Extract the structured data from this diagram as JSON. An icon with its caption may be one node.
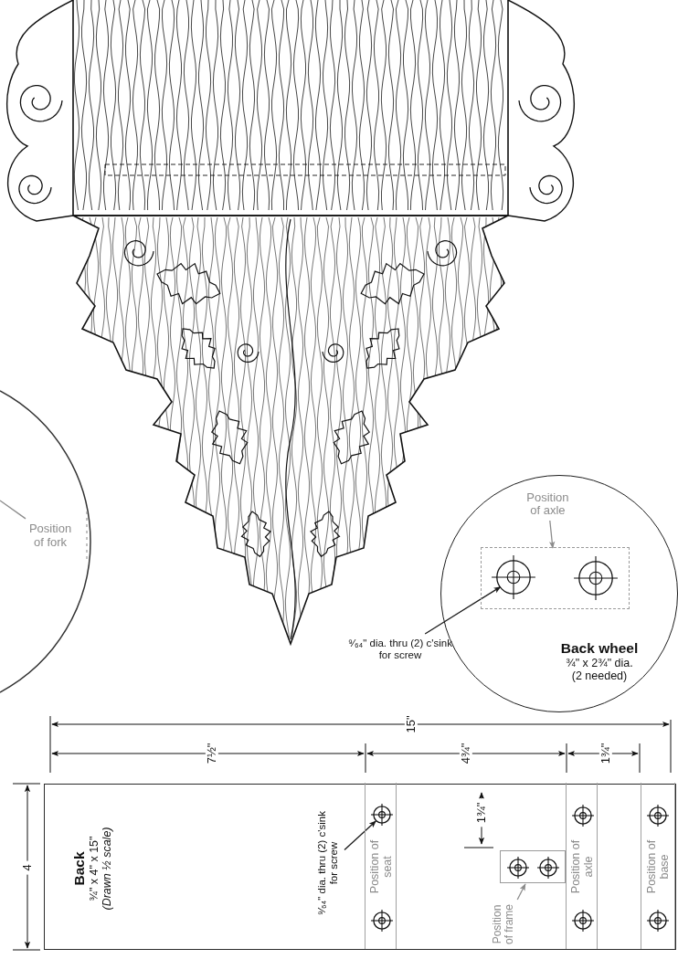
{
  "diagram": {
    "nodes": [
      {
        "text": [],
        "shape": "circle"
      },
      {
        "text": [
          "Position of fork"
        ],
        "in": 0
      },
      {
        "text": [
          "Back wheel",
          "¾\" x 2¾\" dia. (2 needed)"
        ]
      },
      {
        "text": [
          "Position of axle"
        ],
        "in": 2
      },
      {
        "text": [],
        "shape": "box",
        "in": 2
      },
      {
        "text": [],
        "shape": "circle",
        "in": 4
      },
      {
        "text": [
          "⁹⁄₆₄\" dia. thru (2) c'sink for screw"
        ]
      },
      {
        "text": [
          "Back",
          "¾\" x 4\" x 15\"",
          "(Drawn ½ scale)"
        ]
      },
      {
        "text": [
          "⁹⁄₆₄\" dia. thru (2) c'sink for screw"
        ],
        "in": 7
      },
      {
        "text": [
          "Position of seat"
        ],
        "in": 7
      },
      {
        "text": [],
        "shape": "circle",
        "in": 9
      },
      {
        "text": [],
        "shape": "box",
        "in": 7
      },
      {
        "text": [
          "Position of frame"
        ],
        "in": 7
      },
      {
        "text": [
          "Position of axle"
        ],
        "in": 7
      },
      {
        "text": [
          "Position of base"
        ],
        "in": 7
      }
    ],
    "edges": [
      {
        "from": 1,
        "to": null,
        "arrow": "none"
      },
      {
        "from": 3,
        "to": 4,
        "arrow": "to"
      },
      {
        "from": 6,
        "to": 5,
        "arrow": "to",
        "color": "#1a1a1a"
      },
      {
        "from": 8,
        "to": 10,
        "arrow": "to",
        "color": "#1a1a1a"
      },
      {
        "from": 12,
        "to": 11,
        "arrow": "to"
      }
    ],
    "labels": [
      "15\"",
      "7½\"",
      "4¾\"",
      "1¾\"",
      "1¾\"",
      "4"
    ]
  }
}
